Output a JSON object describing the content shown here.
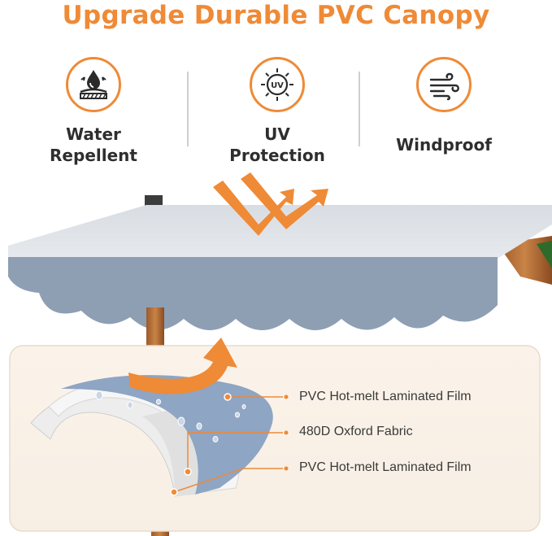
{
  "title": "Upgrade Durable PVC Canopy",
  "accent_color": "#ef8a36",
  "canopy_color": "#8e9fb4",
  "features": [
    {
      "icon": "water-drop-icon",
      "label_line1": "Water",
      "label_line2": "Repellent"
    },
    {
      "icon": "uv-sun-icon",
      "label_line1": "UV",
      "label_line2": "Protection"
    },
    {
      "icon": "wind-icon",
      "label_line1": "Windproof",
      "label_line2": ""
    }
  ],
  "layers": [
    {
      "label": "PVC Hot-melt Laminated Film"
    },
    {
      "label": "480D Oxford Fabric"
    },
    {
      "label": "PVC Hot-melt Laminated Film"
    }
  ]
}
